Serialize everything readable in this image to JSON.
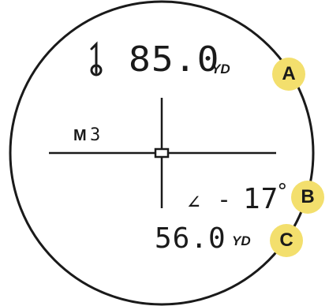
{
  "display": {
    "line_of_sight": {
      "value": "85.0",
      "unit": "YD"
    },
    "mode": {
      "label": "M",
      "number": "3"
    },
    "angle": {
      "symbol": "∠",
      "sign": "-",
      "value": "17",
      "degree": "°"
    },
    "horizontal": {
      "value": "56.0",
      "unit": "YD"
    }
  },
  "callouts": [
    {
      "letter": "A"
    },
    {
      "letter": "B"
    },
    {
      "letter": "C"
    }
  ],
  "colors": {
    "badge_fill": "#f3df6d",
    "ink": "#1a1a1a"
  },
  "icons": {
    "distance_indicator": "range-indicator-icon"
  }
}
